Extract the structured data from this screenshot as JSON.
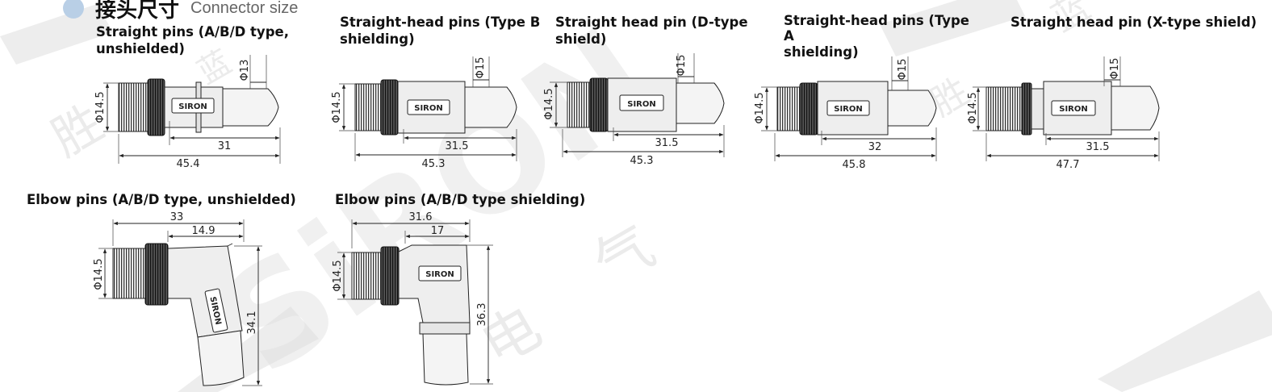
{
  "heading": {
    "zh": "接头尺寸",
    "en": "Connector size"
  },
  "brand_text": "SIRON",
  "watermark": {
    "latin": "SiRON",
    "cjk": [
      "胜",
      "蓝",
      "电",
      "气"
    ]
  },
  "colors": {
    "heading_dot": "#b9cfe6",
    "body": "#e9e9e9",
    "watermark": "#dedede",
    "thread": "#333333"
  },
  "connectors": [
    {
      "id": "straight-abd-unshielded",
      "lines": [
        "Straight pins (A/B/D type,",
        "unshielded)"
      ],
      "dims": {
        "diameter": "Φ14.5",
        "cable": "Φ13",
        "body": "31",
        "total": "45.4"
      }
    },
    {
      "id": "straight-b-shielded",
      "lines": [
        "Straight-head pins (Type B",
        "shielding)"
      ],
      "dims": {
        "diameter": "Φ14.5",
        "cable": "Φ15",
        "body": "31.5",
        "total": "45.3"
      }
    },
    {
      "id": "straight-d-shielded",
      "lines": [
        "Straight head pin (D-type",
        "shield)"
      ],
      "dims": {
        "diameter": "Φ14.5",
        "cable": "Φ15",
        "body": "31.5",
        "total": "45.3"
      }
    },
    {
      "id": "straight-a-shielded",
      "lines": [
        "Straight-head pins (Type",
        "A",
        "shielding)"
      ],
      "dims": {
        "diameter": "Φ14.5",
        "cable": "Φ15",
        "body": "32",
        "total": "45.8"
      }
    },
    {
      "id": "straight-x-shielded",
      "lines": [
        "Straight head pin (X-type shield)"
      ],
      "dims": {
        "diameter": "Φ14.5",
        "cable": "Φ15",
        "body": "31.5",
        "total": "47.7"
      }
    },
    {
      "id": "elbow-abd-unshielded",
      "lines": [
        "Elbow pins (A/B/D type, unshielded)"
      ],
      "dims": {
        "diameter": "Φ14.5",
        "width": "33",
        "nut": "14.9",
        "height": "34.1"
      }
    },
    {
      "id": "elbow-abd-shielded",
      "lines": [
        "Elbow pins (A/B/D type shielding)"
      ],
      "dims": {
        "diameter": "Φ14.5",
        "width": "31.6",
        "nut": "17",
        "height": "36.3"
      }
    }
  ]
}
